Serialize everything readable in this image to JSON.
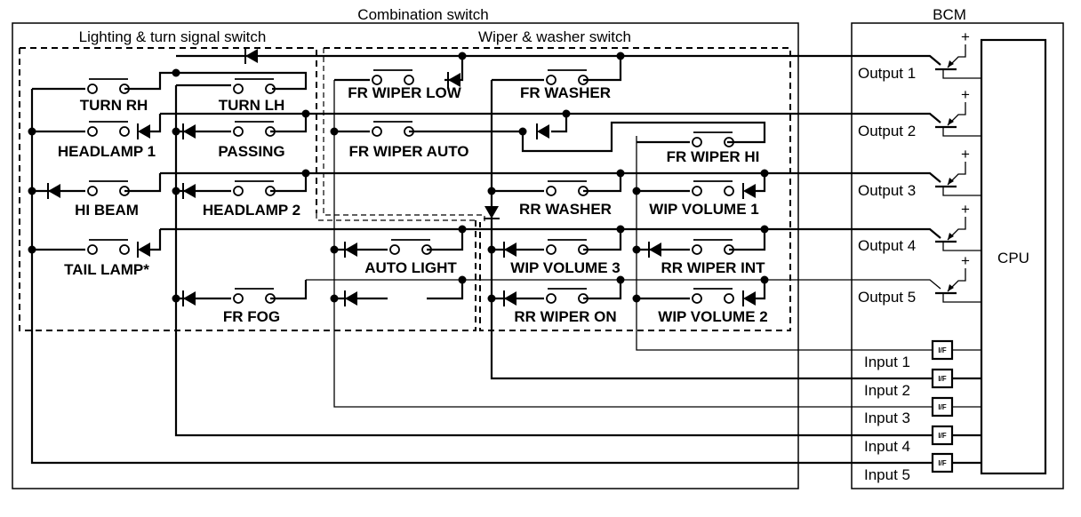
{
  "title": "Combination switch / BCM wiring diagram",
  "combination_switch": {
    "label": "Combination switch",
    "lighting_group": {
      "label": "Lighting & turn signal switch",
      "switches": [
        {
          "id": "turn_rh",
          "label": "TURN RH"
        },
        {
          "id": "turn_lh",
          "label": "TURN LH"
        },
        {
          "id": "headlamp1",
          "label": "HEADLAMP 1"
        },
        {
          "id": "passing",
          "label": "PASSING"
        },
        {
          "id": "hi_beam",
          "label": "HI BEAM"
        },
        {
          "id": "headlamp2",
          "label": "HEADLAMP 2"
        },
        {
          "id": "tail_lamp",
          "label": "TAIL LAMP*"
        },
        {
          "id": "fr_fog",
          "label": "FR FOG"
        }
      ]
    },
    "wiper_group": {
      "label": "Wiper & washer switch",
      "switches": [
        {
          "id": "fr_wiper_low",
          "label": "FR WIPER LOW"
        },
        {
          "id": "fr_washer",
          "label": "FR WASHER"
        },
        {
          "id": "fr_wiper_auto",
          "label": "FR WIPER AUTO"
        },
        {
          "id": "fr_wiper_hi",
          "label": "FR WIPER HI"
        },
        {
          "id": "rr_washer",
          "label": "RR WASHER"
        },
        {
          "id": "wip_volume_1",
          "label": "WIP VOLUME 1"
        },
        {
          "id": "auto_light",
          "label": "AUTO LIGHT"
        },
        {
          "id": "wip_volume_3",
          "label": "WIP VOLUME 3"
        },
        {
          "id": "rr_wiper_int",
          "label": "RR WIPER INT"
        },
        {
          "id": "rr_wiper_on",
          "label": "RR WIPER ON"
        },
        {
          "id": "wip_volume_2",
          "label": "WIP VOLUME 2"
        }
      ]
    }
  },
  "bcm": {
    "label": "BCM",
    "cpu_label": "CPU",
    "outputs": [
      "Output 1",
      "Output 2",
      "Output 3",
      "Output 4",
      "Output 5"
    ],
    "inputs": [
      "Input 1",
      "Input 2",
      "Input 3",
      "Input 4",
      "Input 5"
    ],
    "interface_label": "I/F",
    "supply_symbol": "+"
  }
}
